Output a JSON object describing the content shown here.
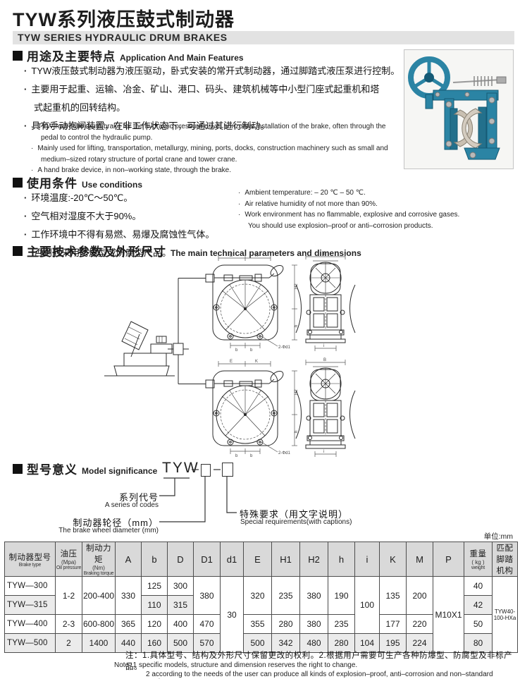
{
  "header": {
    "title_zh": "TYW系列液压鼓式制动器",
    "title_en": "TYW SERIES HYDRAULIC DRUM BRAKES"
  },
  "sections": {
    "features": {
      "zh": "用途及主要特点",
      "en": "Application And Main Features",
      "bullets_zh": [
        "TYW液压鼓式制动器为液压驱动，卧式安装的常开式制动器，通过脚踏式液压泵进行控制。",
        "主要用于起重、运输、冶金、矿山、港口、码头、建筑机械等中小型门座式起重机和塔\n式起重机的回转结构。",
        "具有手动抱闸装置，在非工作状态下，可通过其进行制动。"
      ],
      "bullets_en": [
        "TYW hydraulic drum brake for the hydraulic pressure drive, horizontal installation of the brake, often through the\npedal to control the hydraulic pump.",
        "Mainly used for lifting, transportation, metallurgy, mining, ports, docks, construction machinery such as small and\nmedium–sized rotary structure of portal crane and tower crane.",
        "A hand brake device, in non–working state, through the brake."
      ]
    },
    "conditions": {
      "zh": "使用条件",
      "en": "Use conditions",
      "bullets_zh": [
        "环境温度:-20℃～50℃。",
        "空气相对湿度不大于90%。",
        "工作环境中不得有易燃、易爆及腐蚀性气体。\n否则应采用防爆型或防腐型产品。"
      ],
      "bullets_en": [
        "Ambient temperature: – 20 ℃ – 50 ℃.",
        "Air relative humidity of not more than 90%.",
        "Work environment has no flammable, explosive and corrosive gases.\nYou should use explosion–proof or anti–corrosion products."
      ]
    },
    "params": {
      "zh": "主要技术参数及外形尺寸",
      "en": "The main technical parameters and dimensions"
    },
    "model": {
      "zh": "型号意义",
      "en": "Model significance",
      "code": "TYW",
      "labels": {
        "series_zh": "系列代号",
        "series_en": "A series of codes",
        "diameter_zh": "制动器轮径（mm）",
        "diameter_en": "The brake wheel diameter (mm)",
        "special_zh": "特殊要求（用文字说明）",
        "special_en": "Special requirements(with captions)"
      }
    }
  },
  "unit_note": "单位:mm",
  "drawing": {
    "e": "E",
    "k": "K",
    "h2": "H2",
    "h": "h",
    "b": "b",
    "d1": "2-Φd1",
    "bw": "B",
    "i": "i"
  },
  "table": {
    "headers": [
      {
        "zh": "制动器型号",
        "en": "Brake type"
      },
      {
        "zh": "油压",
        "sub": "(Mpa)",
        "en": "Oil pressure"
      },
      {
        "zh": "制动力矩",
        "sub": "(Nm)",
        "en": "Braking torque"
      },
      {
        "zh": "A"
      },
      {
        "zh": "b"
      },
      {
        "zh": "D"
      },
      {
        "zh": "D1"
      },
      {
        "zh": "d1"
      },
      {
        "zh": "E"
      },
      {
        "zh": "H1"
      },
      {
        "zh": "H2"
      },
      {
        "zh": "h"
      },
      {
        "zh": "i"
      },
      {
        "zh": "K"
      },
      {
        "zh": "M"
      },
      {
        "zh": "P"
      },
      {
        "zh": "重量",
        "sub": "( kg )",
        "en": "weight"
      },
      {
        "zh": "匹配脚踏机构"
      }
    ],
    "rows": [
      {
        "cells": [
          {
            "v": "TYW—300"
          },
          {
            "v": "1-2",
            "rs": 2
          },
          {
            "v": "200-400",
            "rs": 2
          },
          {
            "v": "330",
            "rs": 2
          },
          {
            "v": "125"
          },
          {
            "v": "300"
          },
          {
            "v": "380",
            "rs": 2
          },
          {
            "v": "30",
            "rs": 4
          },
          {
            "v": "320",
            "rs": 2
          },
          {
            "v": "235",
            "rs": 2
          },
          {
            "v": "380",
            "rs": 2
          },
          {
            "v": "190",
            "rs": 2
          },
          {
            "v": "100",
            "rs": 3
          },
          {
            "v": "135",
            "rs": 2
          },
          {
            "v": "200",
            "rs": 2
          },
          {
            "v": "M10X1",
            "rs": 4
          },
          {
            "v": "40"
          },
          {
            "v": "TYW40-100-HXa",
            "rs": 4
          }
        ]
      },
      {
        "cells": [
          {
            "v": "TYW—315",
            "s": 1
          },
          {
            "v": "110",
            "s": 1
          },
          {
            "v": "315",
            "s": 1
          },
          {
            "v": "42",
            "s": 1
          }
        ]
      },
      {
        "cells": [
          {
            "v": "TYW—400"
          },
          {
            "v": "2-3"
          },
          {
            "v": "600-800"
          },
          {
            "v": "365"
          },
          {
            "v": "120"
          },
          {
            "v": "400"
          },
          {
            "v": "470"
          },
          {
            "v": "355"
          },
          {
            "v": "280"
          },
          {
            "v": "380"
          },
          {
            "v": "235"
          },
          {
            "v": "177"
          },
          {
            "v": "220"
          },
          {
            "v": "50"
          }
        ]
      },
      {
        "cells": [
          {
            "v": "TYW—500",
            "s": 1
          },
          {
            "v": "2",
            "s": 1
          },
          {
            "v": "1400",
            "s": 1
          },
          {
            "v": "440",
            "s": 1
          },
          {
            "v": "160",
            "s": 1
          },
          {
            "v": "500",
            "s": 1
          },
          {
            "v": "570",
            "s": 1
          },
          {
            "v": "500",
            "s": 1
          },
          {
            "v": "342",
            "s": 1
          },
          {
            "v": "480",
            "s": 1
          },
          {
            "v": "280",
            "s": 1
          },
          {
            "v": "104",
            "s": 1
          },
          {
            "v": "195",
            "s": 1
          },
          {
            "v": "224",
            "s": 1
          },
          {
            "v": "80",
            "s": 1
          }
        ]
      }
    ]
  },
  "notes": {
    "zh": "注：1.具体型号、结构及外形尺寸保留更改的权利。2.根据用户需要可生产各种防爆型、防腐型及非标产品。",
    "en1": "Note: 1 specific models, structure and dimension reserves the right to change.",
    "en2": "2 according to the needs of the user can produce all kinds of explosion–proof, anti–corrosion and non–standard products."
  },
  "colors": {
    "product_teal": "#2b84a4",
    "table_header_bg": "#d9d9d9",
    "row_shade": "#ebebeb",
    "title_bar_bg": "#e2e2e2"
  }
}
